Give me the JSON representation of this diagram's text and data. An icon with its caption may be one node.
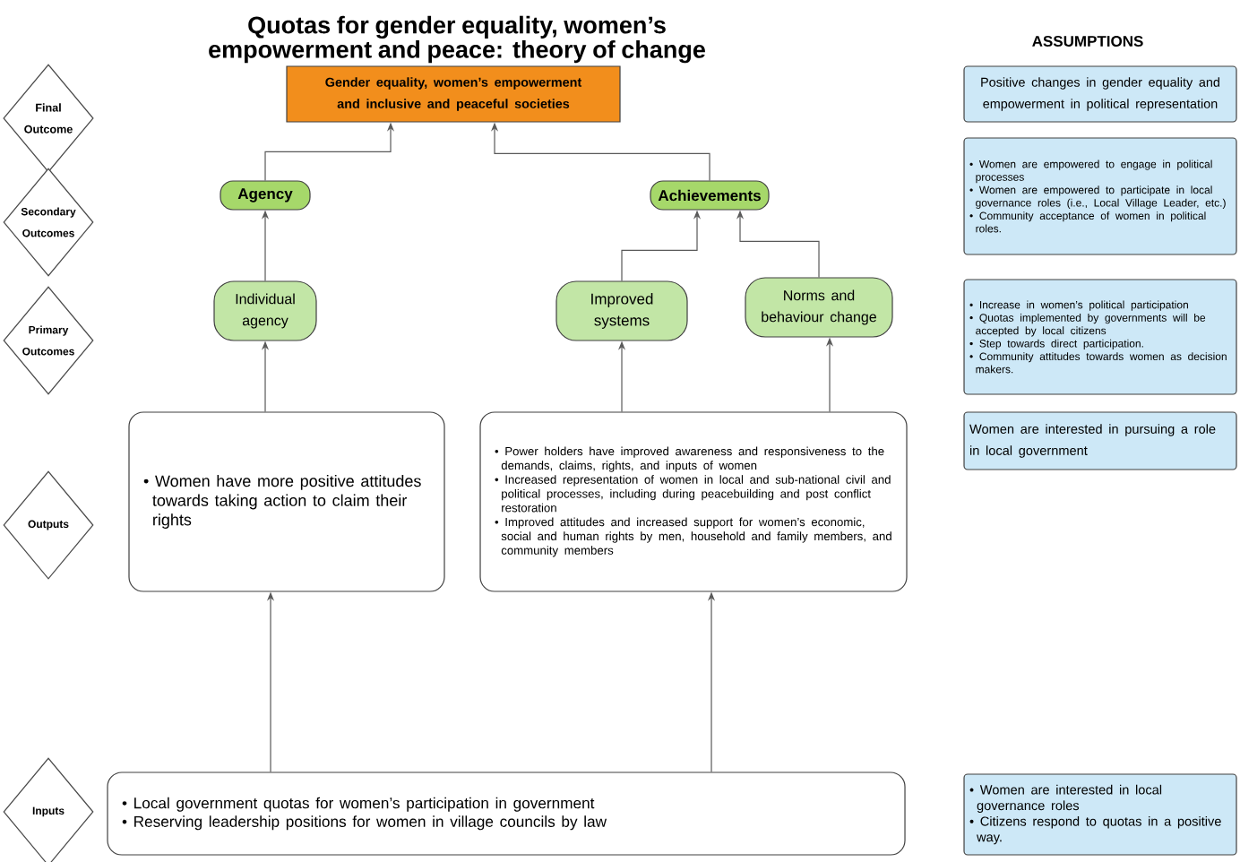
{
  "diagram": {
    "title": "Quotas for gender equality, women’s empowerment and peace: theory of change",
    "nodes": [
      {
        "text": [
          "Final Outcome"
        ]
      },
      {
        "text": [
          "Secondary Outcomes"
        ]
      },
      {
        "text": [
          "Primary Outcomes"
        ]
      },
      {
        "text": [
          "Outputs"
        ]
      },
      {
        "text": [
          "Inputs"
        ]
      },
      {
        "text": [
          "Gender equality, women’s empowerment and inclusive and peaceful societies"
        ]
      },
      {
        "text": [
          "Agency"
        ]
      },
      {
        "text": [
          "Achievements"
        ]
      },
      {
        "text": [
          "Individual agency"
        ]
      },
      {
        "text": [
          "Improved systems"
        ]
      },
      {
        "text": [
          "Norms and behaviour change"
        ]
      },
      {
        "text": [
          "• Women have more positive attitudes towards taking action to claim their rights"
        ]
      },
      {
        "text": [
          "• Power holders have improved awareness and responsiveness to the demands, claims, rights, and inputs of women",
          "• Increased representation of women in local and sub-national civil and political processes, including during peacebuilding and post conflict restoration",
          "• Improved attitudes and increased support for women’s economic, social and human rights by men, household and family members, and community members"
        ]
      },
      {
        "text": [
          "• Local government quotas for women’s participation in government",
          "• Reserving leadership positions for women in village councils by law"
        ]
      },
      {
        "text": [
          "Positive changes in gender equality and empowerment in political representation"
        ]
      },
      {
        "text": [
          "• Women are empowered to engage in political processes",
          "• Women are empowered to participate in local governance roles (i.e., Local Village Leader, etc.)",
          "• Community acceptance of women in political roles."
        ]
      },
      {
        "text": [
          "• Increase in women’s political participation",
          "• Quotas implemented by governments will be accepted by local citizens",
          "• Step towards direct participation.",
          "• Community attitudes towards women as decision makers."
        ]
      },
      {
        "text": [
          "Women are interested in pursuing a role in local government"
        ]
      },
      {
        "text": [
          "• Women are interested in local governance roles",
          "• Citizens respond to quotas in a positive way."
        ]
      }
    ],
    "edges": [
      {
        "from": 6,
        "to": 5,
        "arrow": "to"
      },
      {
        "from": 7,
        "to": 5,
        "arrow": "to"
      },
      {
        "from": 8,
        "to": 6,
        "arrow": "to"
      },
      {
        "from": 9,
        "to": 7,
        "arrow": "to"
      },
      {
        "from": 10,
        "to": 7,
        "arrow": "to"
      },
      {
        "from": 11,
        "to": 8,
        "arrow": "to"
      },
      {
        "from": 12,
        "to": 9,
        "arrow": "to"
      },
      {
        "from": 12,
        "to": 10,
        "arrow": "to"
      },
      {
        "from": 13,
        "to": 11,
        "arrow": "to"
      },
      {
        "from": 13,
        "to": 12,
        "arrow": "to"
      }
    ],
    "labels": [
      "ASSUMPTIONS"
    ]
  }
}
